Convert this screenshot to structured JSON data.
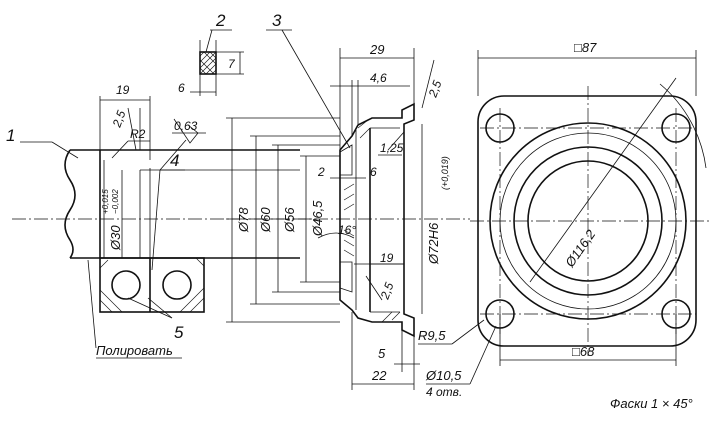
{
  "drawing": {
    "callouts": [
      "1",
      "2",
      "3",
      "4",
      "5"
    ],
    "dims": {
      "d19_top": "19",
      "d2_5_a": "2,5",
      "r2": "R2",
      "rough_063": "0,63",
      "d30": "Ø30",
      "d30_tol_upper": "+0,015",
      "d30_tol_lower": "−0,002",
      "d6": "6",
      "d7": "7",
      "d29": "29",
      "d4_6": "4,6",
      "d2_5_b": "2,5",
      "d1_25": "1,25",
      "d2_small": "2",
      "d6_small": "6",
      "d16deg": "16°",
      "d19_mid": "19",
      "d2_5_c": "2,5",
      "d78": "Ø78",
      "d60": "Ø60",
      "d56": "Ø56",
      "d46_5": "Ø46,5",
      "d72": "Ø72H6",
      "d72_tol": "(+0,019)",
      "r9_5": "R9,5",
      "d5": "5",
      "d22": "22",
      "d10_5": "Ø10,5",
      "holes": "4 отв.",
      "sq87": "□87",
      "sq68": "□68",
      "d116_2": "Ø116,2"
    },
    "notes": {
      "polish": "Полировать",
      "chamfers": "Фаски 1 × 45°"
    }
  }
}
